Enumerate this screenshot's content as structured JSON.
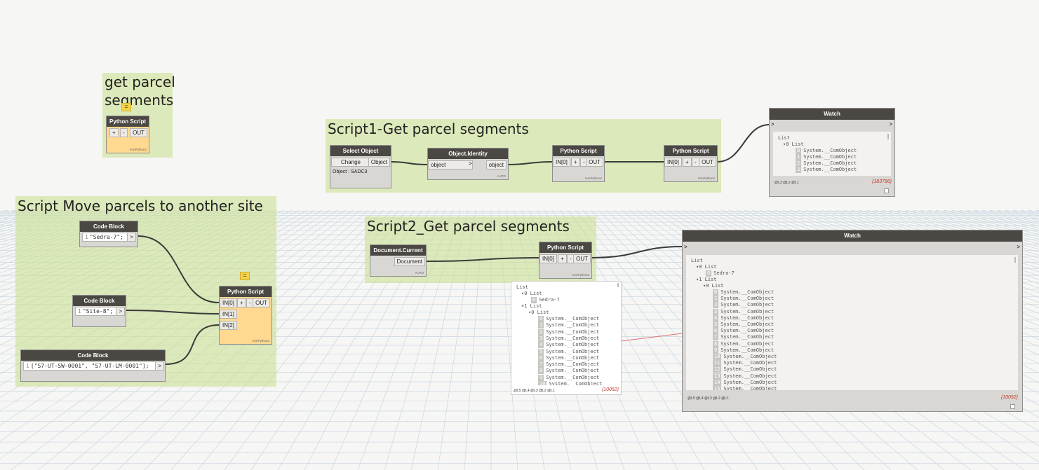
{
  "groups": [
    {
      "title_lines": [
        "get parcel",
        "segments"
      ]
    },
    {
      "title": "Script Move parcels to another site"
    },
    {
      "title": "Script1-Get parcel segments"
    },
    {
      "title": "Script2_Get parcel segments"
    }
  ],
  "nodes": {
    "python_small": {
      "title": "Python Script",
      "plus": "+",
      "minus": "-",
      "out": "OUT",
      "lacing": "IronPython2"
    },
    "code_block_1": {
      "title": "Code Block",
      "code": "\"Sedra-7\";",
      "line": "1",
      "out": ">"
    },
    "code_block_2": {
      "title": "Code Block",
      "code": "\"Site-8\";",
      "line": "1",
      "out": ">"
    },
    "code_block_3": {
      "title": "Code Block",
      "code": "[\"S7-UT-SW-0001\", \"S7-UT-LM-0001\"];",
      "line": "1",
      "out": ">"
    },
    "python_move": {
      "title": "Python Script",
      "in0": "IN[0]",
      "in1": "IN[1]",
      "in2": "IN[2]",
      "plus": "+",
      "minus": "-",
      "out": "OUT",
      "lacing": "IronPython2"
    },
    "select_object": {
      "title": "Select Object",
      "change": "Change",
      "out": "Object",
      "status": "Object : SADC3"
    },
    "object_identity": {
      "title": "Object.Identity",
      "in": "object",
      "arrow": ">",
      "out": "object",
      "lacing": "AUTO"
    },
    "python_s1a": {
      "title": "Python Script",
      "in0": "IN[0]",
      "plus": "+",
      "minus": "-",
      "out": "OUT",
      "lacing": "IronPython2"
    },
    "python_s1b": {
      "title": "Python Script",
      "in0": "IN[0]",
      "plus": "+",
      "minus": "-",
      "out": "OUT",
      "lacing": "IronPython2"
    },
    "document_current": {
      "title": "Document.Current",
      "out": "Document",
      "lacing": "AUTO"
    },
    "python_s2": {
      "title": "Python Script",
      "in0": "IN[0]",
      "plus": "+",
      "minus": "-",
      "out": "OUT",
      "lacing": "IronPython2"
    }
  },
  "watch1": {
    "title": "Watch",
    "in": ">",
    "out": ">",
    "root": "List",
    "sub": "0 List",
    "items": [
      "System.__ComObject",
      "System.__ComObject",
      "System.__ComObject",
      "System.__ComObject"
    ],
    "levels": "@L3 @L2 @L1",
    "count": "{183786}"
  },
  "watch2": {
    "title": "Watch",
    "in": ">",
    "out": ">",
    "root": "List",
    "l0": "0 List",
    "l0_item": "Sedra-7",
    "l1": "1 List",
    "l1_sub": "0 List",
    "item_text": "System.__ComObject",
    "item_count": 17,
    "levels": "@L5 @L4 @L3 @L2 @L1",
    "count": "{10052}"
  },
  "preview": {
    "root": "List",
    "l0": "0 List",
    "l0_item": "Sedra-7",
    "l1": "1 List",
    "l1_sub": "0 List",
    "item_text": "System.__ComObject",
    "item_count": 12,
    "levels": "@L5 @L4 @L3 @L2 @L1",
    "count": "{10052}"
  },
  "colors": {
    "group": "#cbe196",
    "node_header": "#4b4844",
    "python_body": "#ffd990",
    "count": "#c0392b"
  }
}
